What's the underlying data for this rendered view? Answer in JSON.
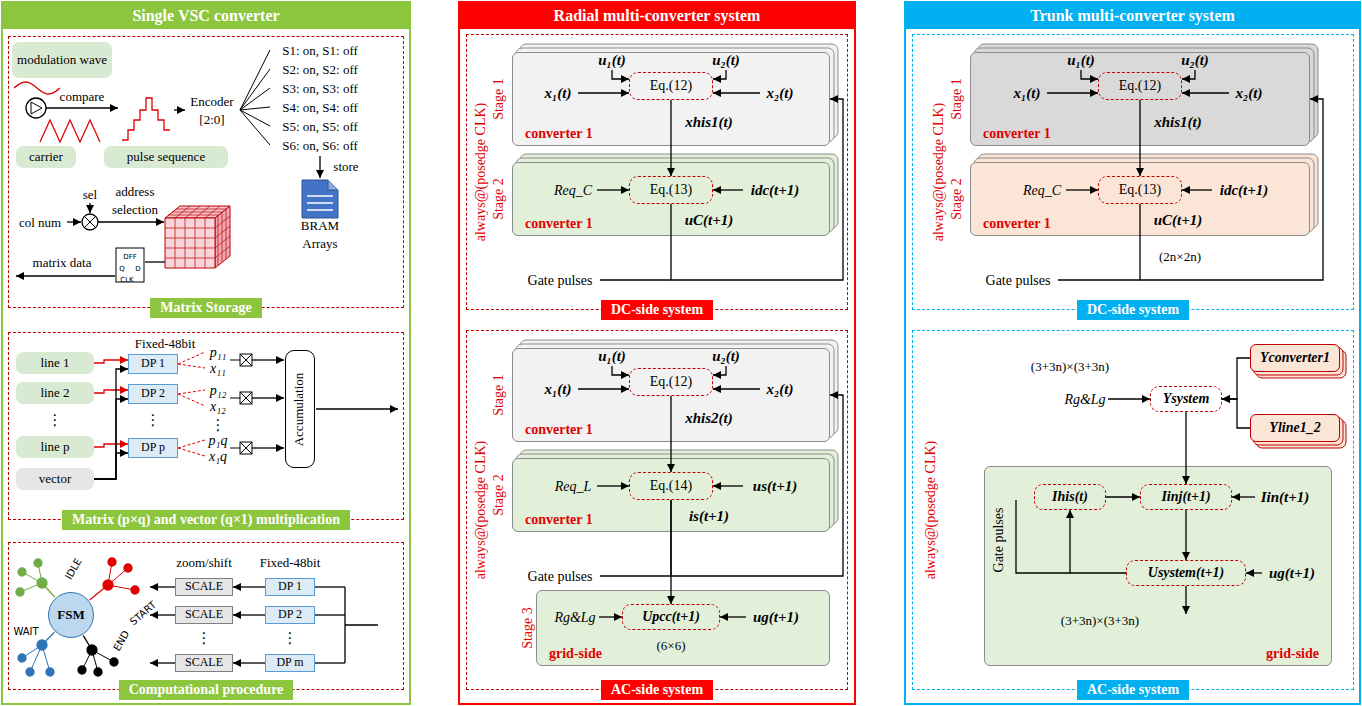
{
  "diagram": {
    "nodes": [
      {
        "text": [
          "Single VSC converter"
        ]
      },
      {
        "text": [
          "Matrix Storage"
        ],
        "in": 0
      },
      {
        "text": [
          "modulation wave"
        ],
        "in": 1
      },
      {
        "text": [
          "carrier"
        ],
        "in": 1
      },
      {
        "text": [
          "pulse sequence"
        ],
        "in": 1
      },
      {
        "text": [
          "Matrix (p×q) and vector (q×1) multiplication"
        ],
        "in": 0
      },
      {
        "text": [
          "line 1"
        ],
        "in": 5
      },
      {
        "text": [
          "line 2"
        ],
        "in": 5
      },
      {
        "text": [
          "line p"
        ],
        "in": 5
      },
      {
        "text": [
          "vector"
        ],
        "in": 5
      },
      {
        "text": [
          "DP 1"
        ],
        "in": 5
      },
      {
        "text": [
          "DP 2"
        ],
        "in": 5
      },
      {
        "text": [
          "DP p"
        ],
        "in": 5
      },
      {
        "text": [
          "Accumulation"
        ],
        "in": 5
      },
      {
        "text": [
          "Computational procedure"
        ],
        "in": 0
      },
      {
        "text": [
          "FSM"
        ],
        "in": 14
      },
      {
        "text": [
          "SCALE"
        ],
        "in": 14
      },
      {
        "text": [
          "SCALE"
        ],
        "in": 14
      },
      {
        "text": [
          "SCALE"
        ],
        "in": 14
      },
      {
        "text": [
          "DP 1"
        ],
        "in": 14
      },
      {
        "text": [
          "DP 2"
        ],
        "in": 14
      },
      {
        "text": [
          "DP m"
        ],
        "in": 14
      },
      {
        "text": [
          "Radial multi-converter system"
        ]
      },
      {
        "text": [
          "DC-side system"
        ],
        "in": 22
      },
      {
        "text": [
          "converter 1"
        ],
        "in": 23
      },
      {
        "text": [
          "Eq.(12)"
        ],
        "in": 24
      },
      {
        "text": [
          "converter 1"
        ],
        "in": 23
      },
      {
        "text": [
          "Eq.(13)"
        ],
        "in": 26
      },
      {
        "text": [
          "AC-side system"
        ],
        "in": 22
      },
      {
        "text": [
          "converter 1"
        ],
        "in": 28
      },
      {
        "text": [
          "Eq.(12)"
        ],
        "in": 29
      },
      {
        "text": [
          "converter 1"
        ],
        "in": 28
      },
      {
        "text": [
          "Eq.(14)"
        ],
        "in": 31
      },
      {
        "text": [
          "grid-side"
        ],
        "in": 28
      },
      {
        "text": [
          "Upcc(t+1)"
        ],
        "in": 33
      },
      {
        "text": [
          "Trunk multi-converter system"
        ]
      },
      {
        "text": [
          "DC-side system"
        ],
        "in": 35
      },
      {
        "text": [
          "converter 1"
        ],
        "in": 36
      },
      {
        "text": [
          "Eq.(12)"
        ],
        "in": 37
      },
      {
        "text": [
          "converter 1"
        ],
        "in": 36
      },
      {
        "text": [
          "Eq.(13)"
        ],
        "in": 39
      },
      {
        "text": [
          "AC-side system"
        ],
        "in": 35
      },
      {
        "text": [
          "Ysystem"
        ],
        "in": 41
      },
      {
        "text": [
          "Yconverter1"
        ],
        "in": 41
      },
      {
        "text": [
          "Yline1_2"
        ],
        "in": 41
      },
      {
        "text": [
          "grid-side"
        ],
        "in": 41
      },
      {
        "text": [
          "Ihis(t)"
        ],
        "in": 45
      },
      {
        "text": [
          "Iinj(t+1)"
        ],
        "in": 45
      },
      {
        "text": [
          "Usystem(t+1)"
        ],
        "in": 45
      }
    ],
    "edges": [
      {
        "from": 6,
        "to": 10,
        "arrow": "to"
      },
      {
        "from": 7,
        "to": 11,
        "arrow": "to"
      },
      {
        "from": 8,
        "to": 12,
        "arrow": "to"
      },
      {
        "from": 9,
        "to": 10,
        "arrow": "to"
      },
      {
        "from": 9,
        "to": 11,
        "arrow": "to"
      },
      {
        "from": 9,
        "to": 12,
        "arrow": "to"
      },
      {
        "from": 19,
        "to": 16,
        "arrow": "to"
      },
      {
        "from": 20,
        "to": 17,
        "arrow": "to"
      },
      {
        "from": 21,
        "to": 18,
        "arrow": "to"
      },
      {
        "from": 25,
        "to": 27,
        "label": "xhis1(t)",
        "arrow": "to"
      },
      {
        "from": 27,
        "to": 24,
        "label": "uC(t+1)",
        "arrow": "to"
      },
      {
        "from": 30,
        "to": 32,
        "label": "xhis2(t)",
        "arrow": "to"
      },
      {
        "from": 32,
        "to": 34,
        "label": "is(t+1)",
        "arrow": "to"
      },
      {
        "from": 32,
        "to": 29,
        "arrow": "to"
      },
      {
        "from": 38,
        "to": 40,
        "label": "xhis1(t)",
        "arrow": "to"
      },
      {
        "from": 40,
        "to": 37,
        "label": "uC(t+1)",
        "arrow": "to"
      },
      {
        "from": 43,
        "to": 42,
        "arrow": "to"
      },
      {
        "from": 44,
        "to": 42,
        "arrow": "to"
      },
      {
        "from": 42,
        "to": 47,
        "arrow": "to"
      },
      {
        "from": 46,
        "to": 47,
        "arrow": "to"
      },
      {
        "from": 47,
        "to": 48,
        "arrow": "to"
      },
      {
        "from": 48,
        "to": 46,
        "arrow": "to"
      }
    ],
    "labels": [
      "compare",
      "Encoder [2:0]",
      "S1: on, S1: off",
      "S2: on, S2: off",
      "S3: on, S3: off",
      "S4: on, S4: off",
      "S5: on, S5: off",
      "S6: on, S6: off",
      "store",
      "BRAM Arrays",
      "sel",
      "col num",
      "address selection",
      "matrix data",
      "DFF",
      "Q",
      "D",
      "CLK",
      "Fixed-48bit",
      "⋮",
      "⋮",
      "p₁₁",
      "x₁₁",
      "p₁₂",
      "x₁₂",
      "⋮",
      "p₁q",
      "x₁q",
      "IDLE",
      "START",
      "WAIT",
      "END",
      "zoom/shift",
      "Fixed-48bit",
      "⋮",
      "⋮",
      "always@(posedge CLK)",
      "Stage 1",
      "u₁(t)",
      "u₂(t)",
      "x₁(t)",
      "x₂(t)",
      "Stage 2",
      "Req_C",
      "idc(t+1)",
      "Gate pulses",
      "always@(posedge CLK)",
      "Stage 1",
      "u₁(t)",
      "u₂(t)",
      "x₁(t)",
      "x₂(t)",
      "Stage 2",
      "Req_L",
      "us(t+1)",
      "Gate pulses",
      "Stage 3",
      "Rg&Lg",
      "ug(t+1)",
      "(6×6)",
      "always@(posedge CLK)",
      "Stage 1",
      "u₁(t)",
      "u₂(t)",
      "x₁(t)",
      "x₂(t)",
      "Stage 2",
      "Req_C",
      "idc(t+1)",
      "Gate pulses",
      "(2n×2n)",
      "always@(posedge CLK)",
      "(3+3n)×(3+3n)",
      "Rg&Lg",
      "Iin(t+1)",
      "ug(t+1)",
      "Gate pulses",
      "(3+3n)×(3+3n)"
    ]
  }
}
